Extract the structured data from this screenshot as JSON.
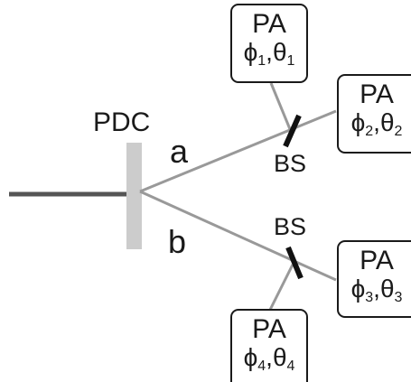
{
  "diagram": {
    "source_label": "PDC",
    "path_labels": [
      "a",
      "b"
    ],
    "beam_splitters": [
      "BS",
      "BS"
    ],
    "analyzers": [
      {
        "title": "PA",
        "phi_sub": "1",
        "theta_sub": "1"
      },
      {
        "title": "PA",
        "phi_sub": "2",
        "theta_sub": "2"
      },
      {
        "title": "PA",
        "phi_sub": "3",
        "theta_sub": "3"
      },
      {
        "title": "PA",
        "phi_sub": "4",
        "theta_sub": "4"
      }
    ],
    "symbols": {
      "phi": "ϕ",
      "theta": "θ",
      "sep": ","
    },
    "colors": {
      "pump_beam": "#555555",
      "crystal": "#cccccc",
      "photon_paths": "#999999",
      "splitter": "#111111",
      "text": "#1a1a1a"
    }
  }
}
